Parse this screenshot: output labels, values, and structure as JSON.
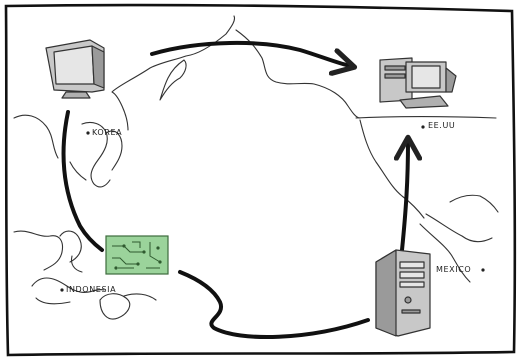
{
  "labels": {
    "korea": "KOREA",
    "usa": "EE.UU",
    "indonesia": "INDONESIA",
    "mexico": "MEXICO"
  },
  "icons": {
    "monitor": "crt-monitor-icon",
    "desktop": "desktop-computer-icon",
    "circuit": "circuit-board-icon",
    "tower": "computer-tower-icon"
  },
  "colors": {
    "ink": "#222222",
    "board": "#9bd39b",
    "board_edge": "#3d6b3d",
    "device_gray": "#c8c8c8",
    "device_dark": "#9a9a9a",
    "screen": "#e6e6e6"
  }
}
